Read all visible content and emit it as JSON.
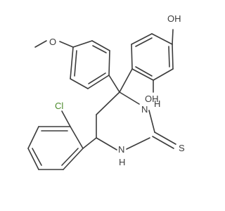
{
  "molecule": {
    "atom_labels": {
      "oh_top": "OH",
      "oh_side": "OH",
      "methoxy_o": "O",
      "chlorine": "Cl",
      "nh_upper": "N",
      "h_upper": "H",
      "nh_lower": "N",
      "h_lower": "H",
      "sulfur": "S"
    },
    "colors": {
      "bond": "#3c3c3c",
      "chlorine": "#4a8a2a",
      "background": "#ffffff"
    }
  }
}
